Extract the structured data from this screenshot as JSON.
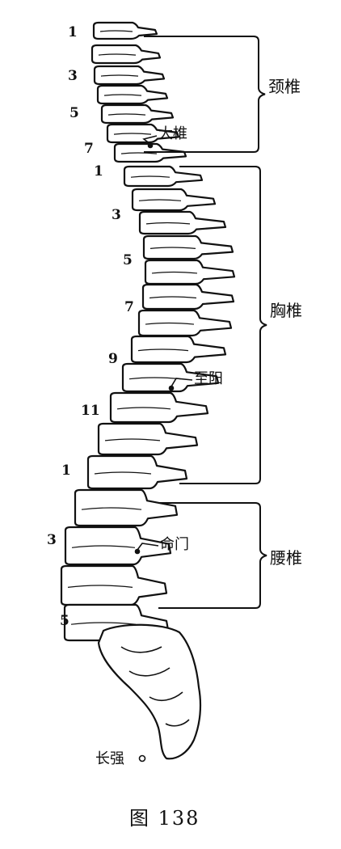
{
  "figure": {
    "caption": "图 138",
    "vertebra_numbers": {
      "c1": "1",
      "c3": "3",
      "c5": "5",
      "c7": "7",
      "t1": "1",
      "t3": "3",
      "t5": "5",
      "t7": "7",
      "t9": "9",
      "t11": "11",
      "l1": "1",
      "l3": "3",
      "l5": "5"
    },
    "regions": {
      "cervical": "颈椎",
      "thoracic": "胸椎",
      "lumbar": "腰椎"
    },
    "acupoints": {
      "dazhui": "大椎",
      "zhiyang": "至阳",
      "mingmen": "命门",
      "changqiang": "长强"
    }
  }
}
